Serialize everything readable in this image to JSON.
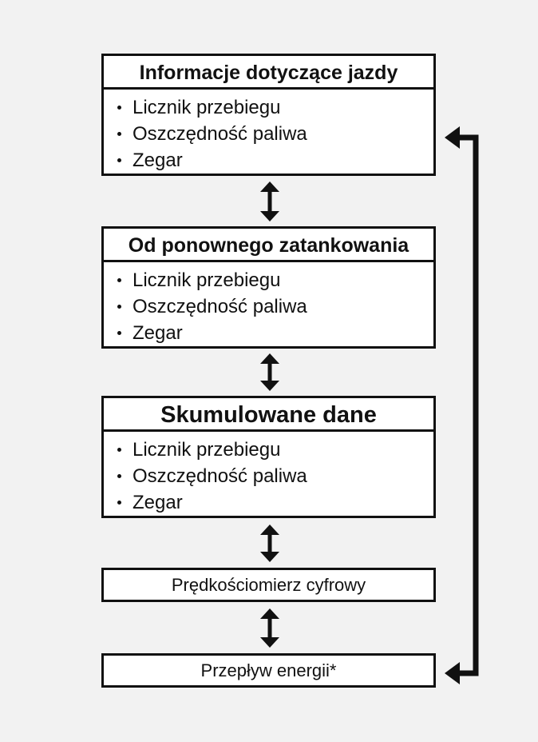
{
  "sections": [
    {
      "title": "Informacje dotyczące jazdy",
      "items": [
        "Licznik przebiegu",
        "Oszczędność paliwa",
        "Zegar"
      ]
    },
    {
      "title": "Od ponownego zatankowania",
      "items": [
        "Licznik przebiegu",
        "Oszczędność paliwa",
        "Zegar"
      ]
    },
    {
      "title": "Skumulowane dane",
      "items": [
        "Licznik przebiegu",
        "Oszczędność paliwa",
        "Zegar"
      ]
    }
  ],
  "digital_speedometer": "Prędkościomierz cyfrowy",
  "energy_flow": "Przepływ energii*"
}
